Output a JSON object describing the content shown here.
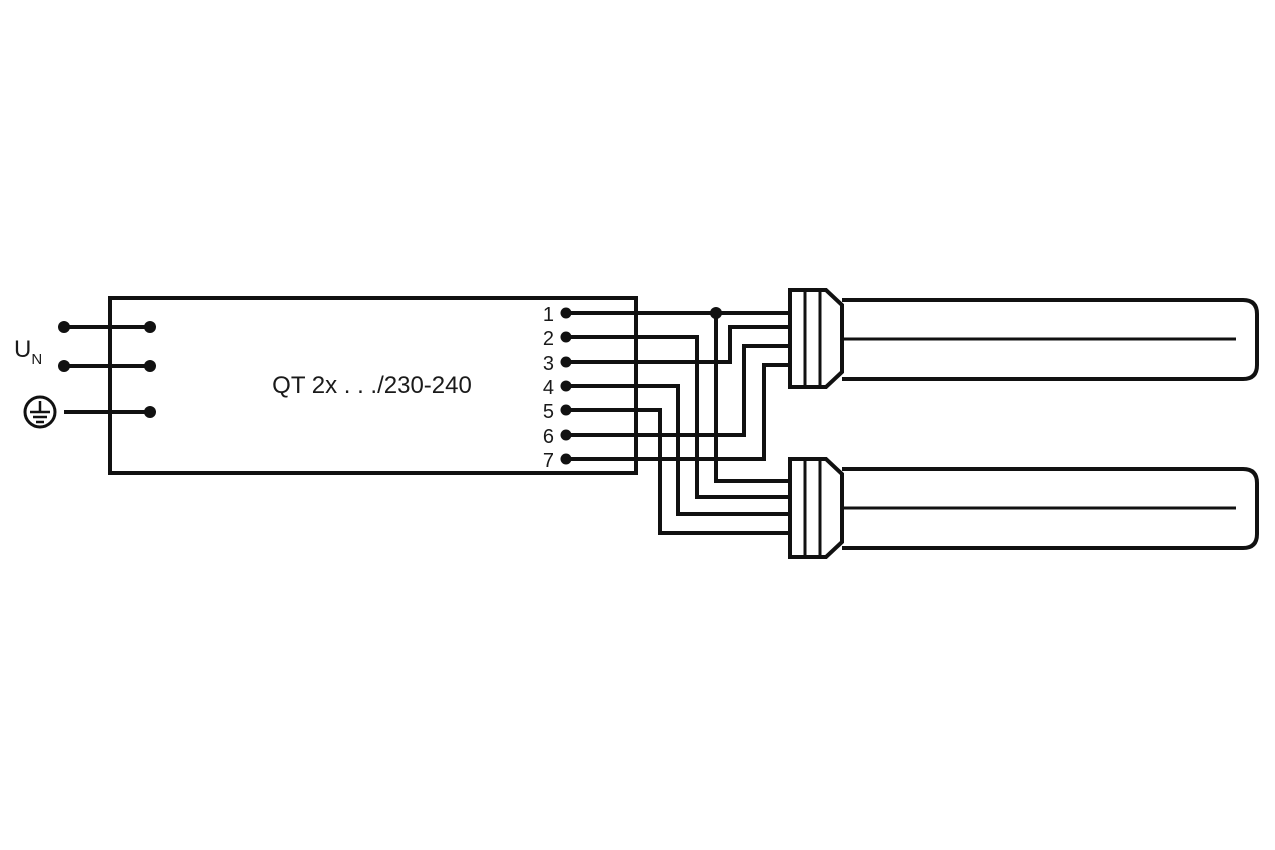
{
  "ballast": {
    "label": "QT 2x . . ./230-240",
    "terminals": [
      "1",
      "2",
      "3",
      "4",
      "5",
      "6",
      "7"
    ]
  },
  "supply": {
    "voltage_symbol": "U",
    "voltage_subscript": "N",
    "earth_icon": "protective-earth-icon"
  },
  "lamps": [
    {
      "name": "lamp-1-icon"
    },
    {
      "name": "lamp-2-icon"
    }
  ],
  "colors": {
    "line": "#111111",
    "background": "#ffffff"
  }
}
